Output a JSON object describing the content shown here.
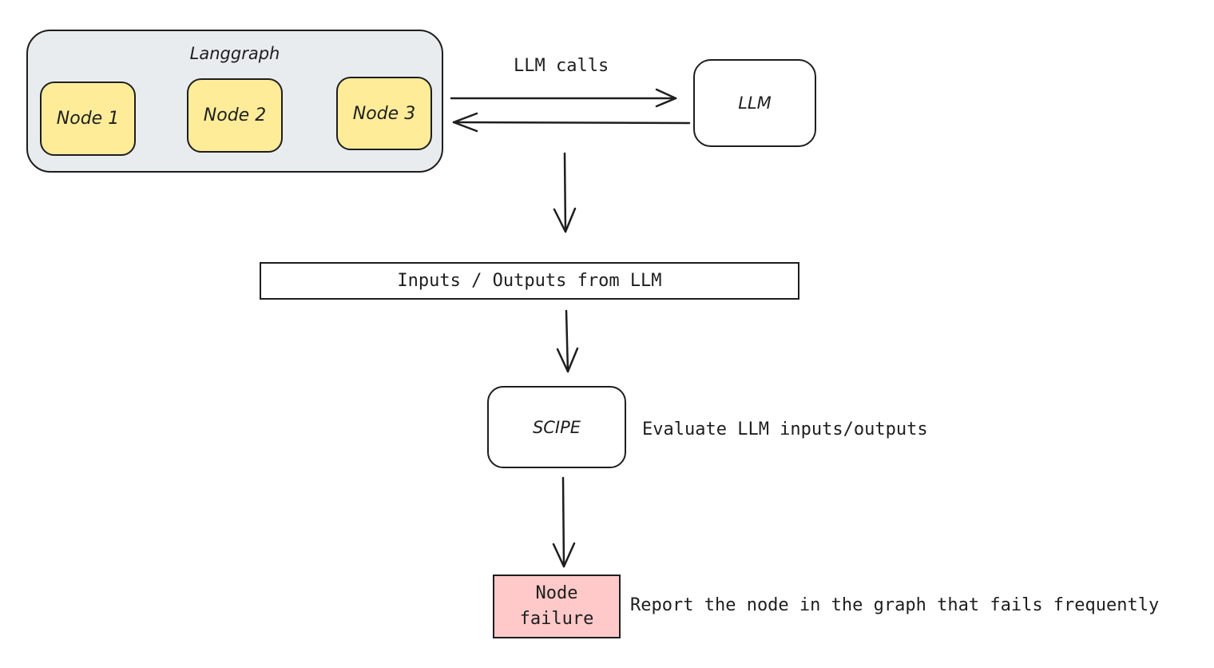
{
  "diagram": {
    "group": {
      "title": "Langgraph",
      "nodes": [
        "Node 1",
        "Node 2",
        "Node 3"
      ]
    },
    "llm": {
      "label": "LLM",
      "edge_label": "LLM calls"
    },
    "io_bar": {
      "label": "Inputs / Outputs from LLM"
    },
    "scipe": {
      "label": "SCIPE",
      "description": "Evaluate LLM inputs/outputs"
    },
    "failure": {
      "label_line1": "Node",
      "label_line2": "failure",
      "description": "Report the node in the graph that fails frequently"
    },
    "colors": {
      "stroke": "#1e1e1e",
      "group_fill": "#e9ecef",
      "node_fill": "#ffec99",
      "failure_fill": "#ffc9c9"
    }
  }
}
